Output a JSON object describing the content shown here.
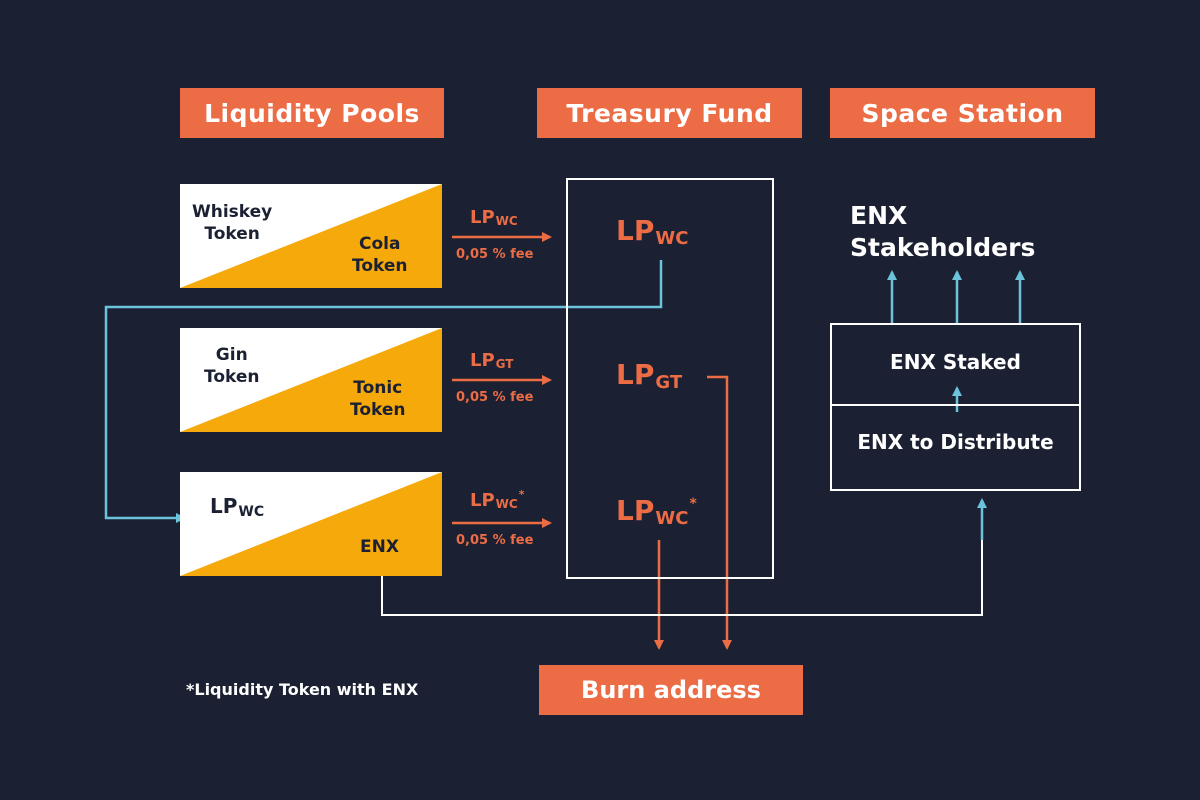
{
  "headers": {
    "liquidity_pools": "Liquidity Pools",
    "treasury_fund": "Treasury Fund",
    "space_station": "Space Station"
  },
  "pools": [
    {
      "top_token": "Whiskey\nToken",
      "bottom_token": "Cola\nToken"
    },
    {
      "top_token": "Gin\nToken",
      "bottom_token": "Tonic\nToken"
    },
    {
      "top_token_main": "LP",
      "top_token_sub": "WC",
      "bottom_token": "ENX"
    }
  ],
  "flows": [
    {
      "lp": "LP",
      "sub": "WC",
      "star": "",
      "fee": "0,05 % fee"
    },
    {
      "lp": "LP",
      "sub": "GT",
      "star": "",
      "fee": "0,05 % fee"
    },
    {
      "lp": "LP",
      "sub": "WC",
      "star": "*",
      "fee": "0,05 % fee"
    }
  ],
  "treasury": [
    {
      "lp": "LP",
      "sub": "WC",
      "star": ""
    },
    {
      "lp": "LP",
      "sub": "GT",
      "star": ""
    },
    {
      "lp": "LP",
      "sub": "WC",
      "star": "*"
    }
  ],
  "space_station": {
    "stakeholders_line1": "ENX",
    "stakeholders_line2": "Stakeholders",
    "staked": "ENX Staked",
    "distribute": "ENX to Distribute"
  },
  "burn_address": "Burn address",
  "footnote": "*Liquidity Token with ENX",
  "colors": {
    "background": "#1b2132",
    "accent": "#ec6c45",
    "pool_yellow": "#f5a90a",
    "flow_blue": "#6cc4dc"
  }
}
